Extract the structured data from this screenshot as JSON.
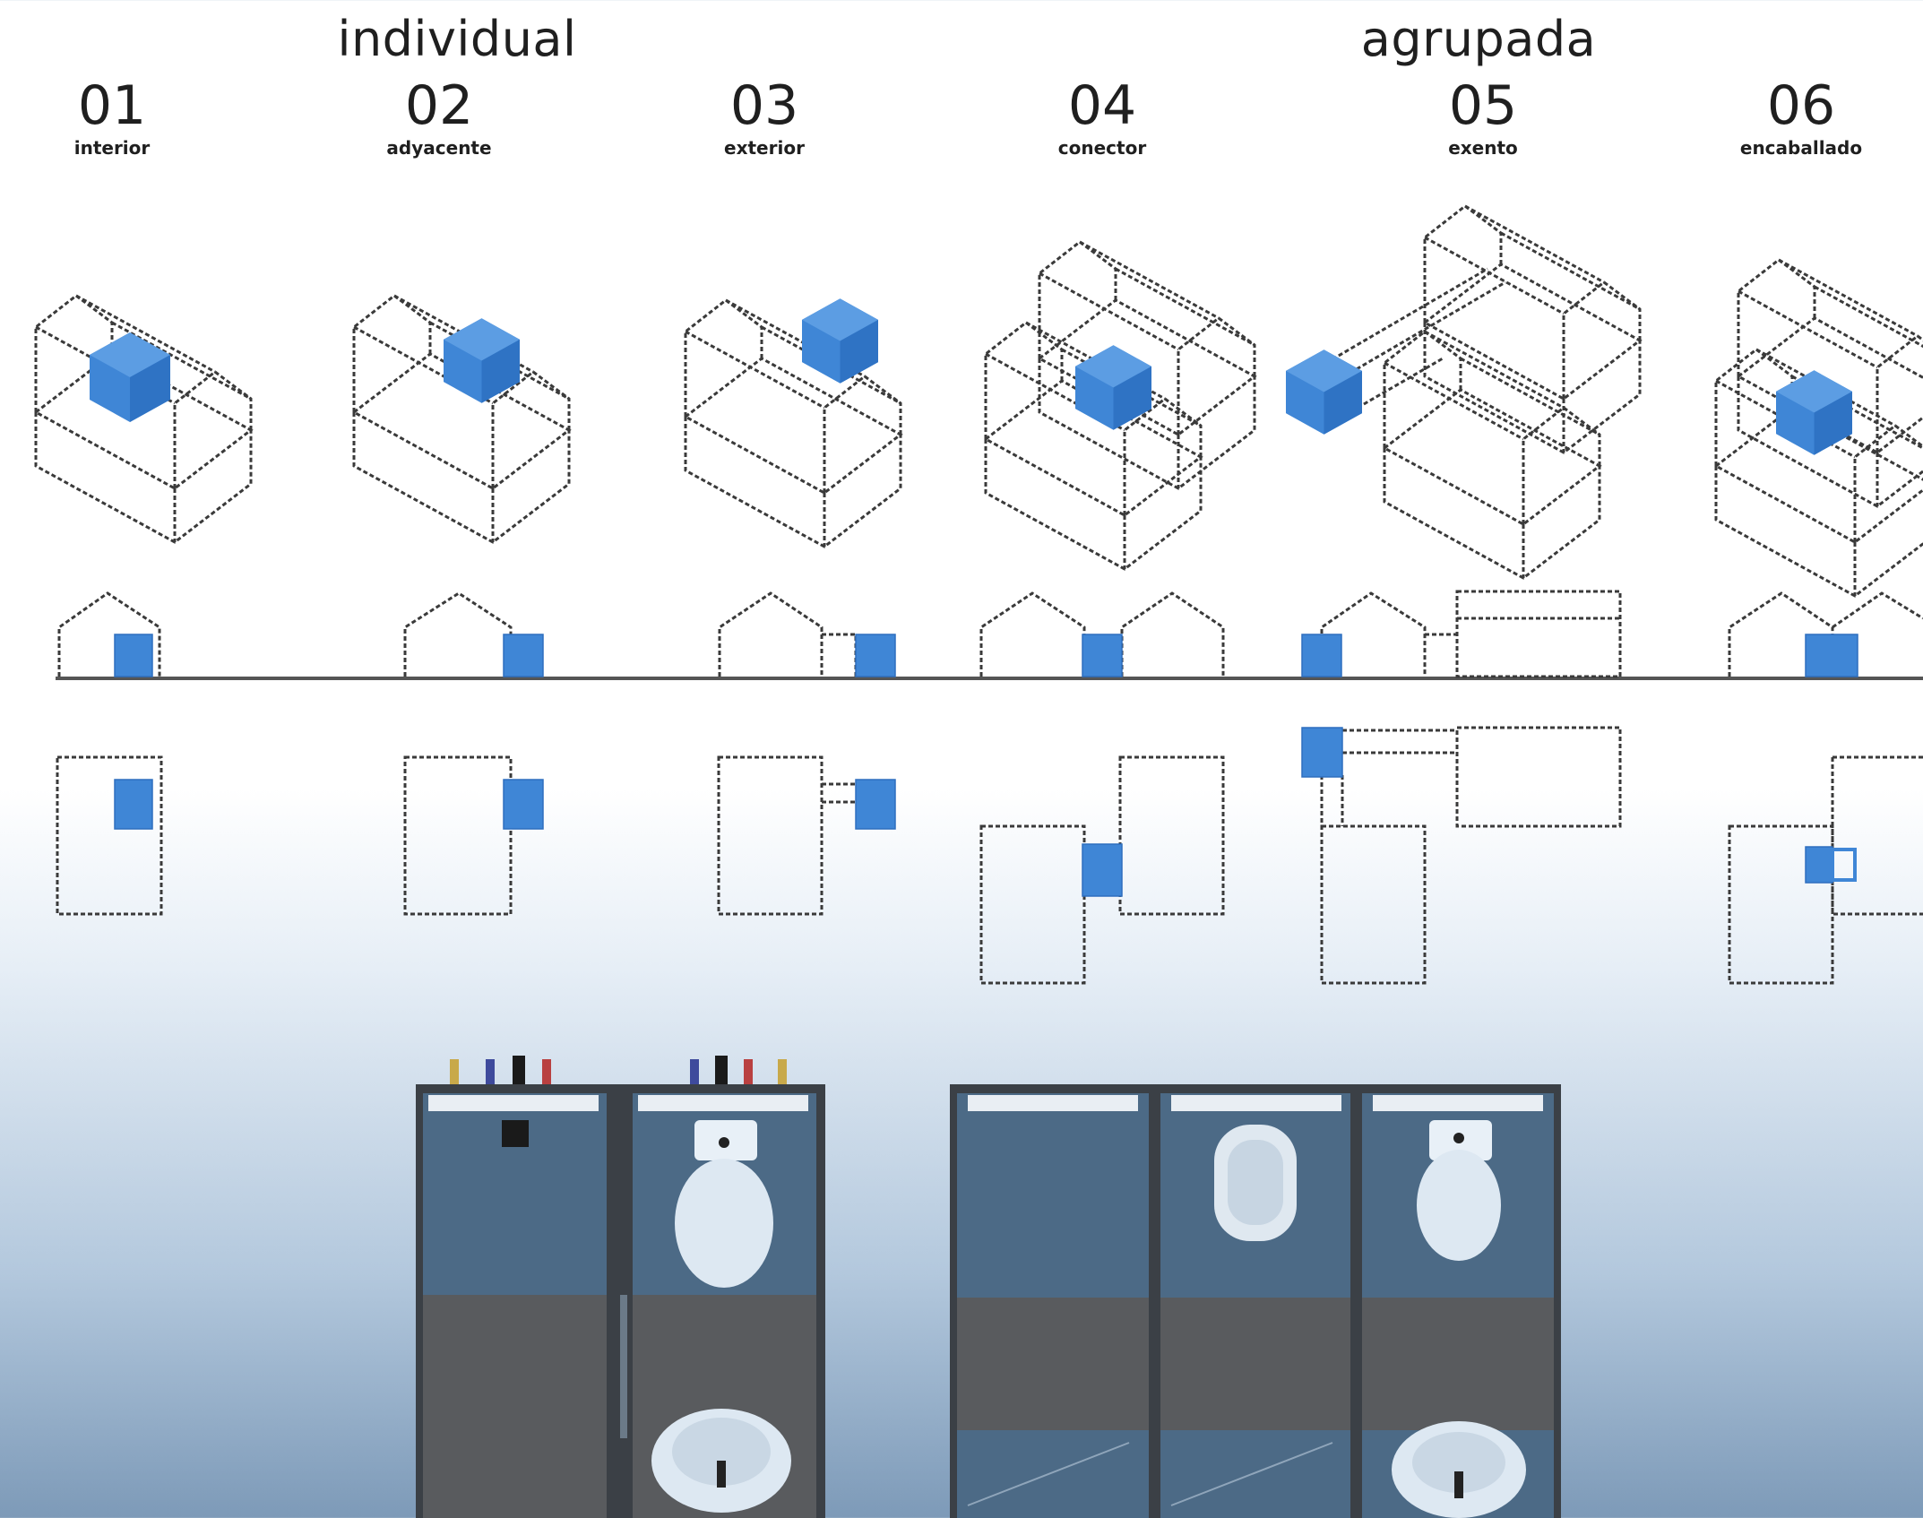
{
  "groups": {
    "individual": "individual",
    "agrupada": "agrupada"
  },
  "options": [
    {
      "num": "01",
      "label": "interior"
    },
    {
      "num": "02",
      "label": "adyacente"
    },
    {
      "num": "03",
      "label": "exterior"
    },
    {
      "num": "04",
      "label": "conector"
    },
    {
      "num": "05",
      "label": "exento"
    },
    {
      "num": "06",
      "label": "encaballado"
    }
  ],
  "colors": {
    "module_blue": "#3f86d6",
    "module_dark": "#495057",
    "tile_blue": "#4c6a86"
  }
}
